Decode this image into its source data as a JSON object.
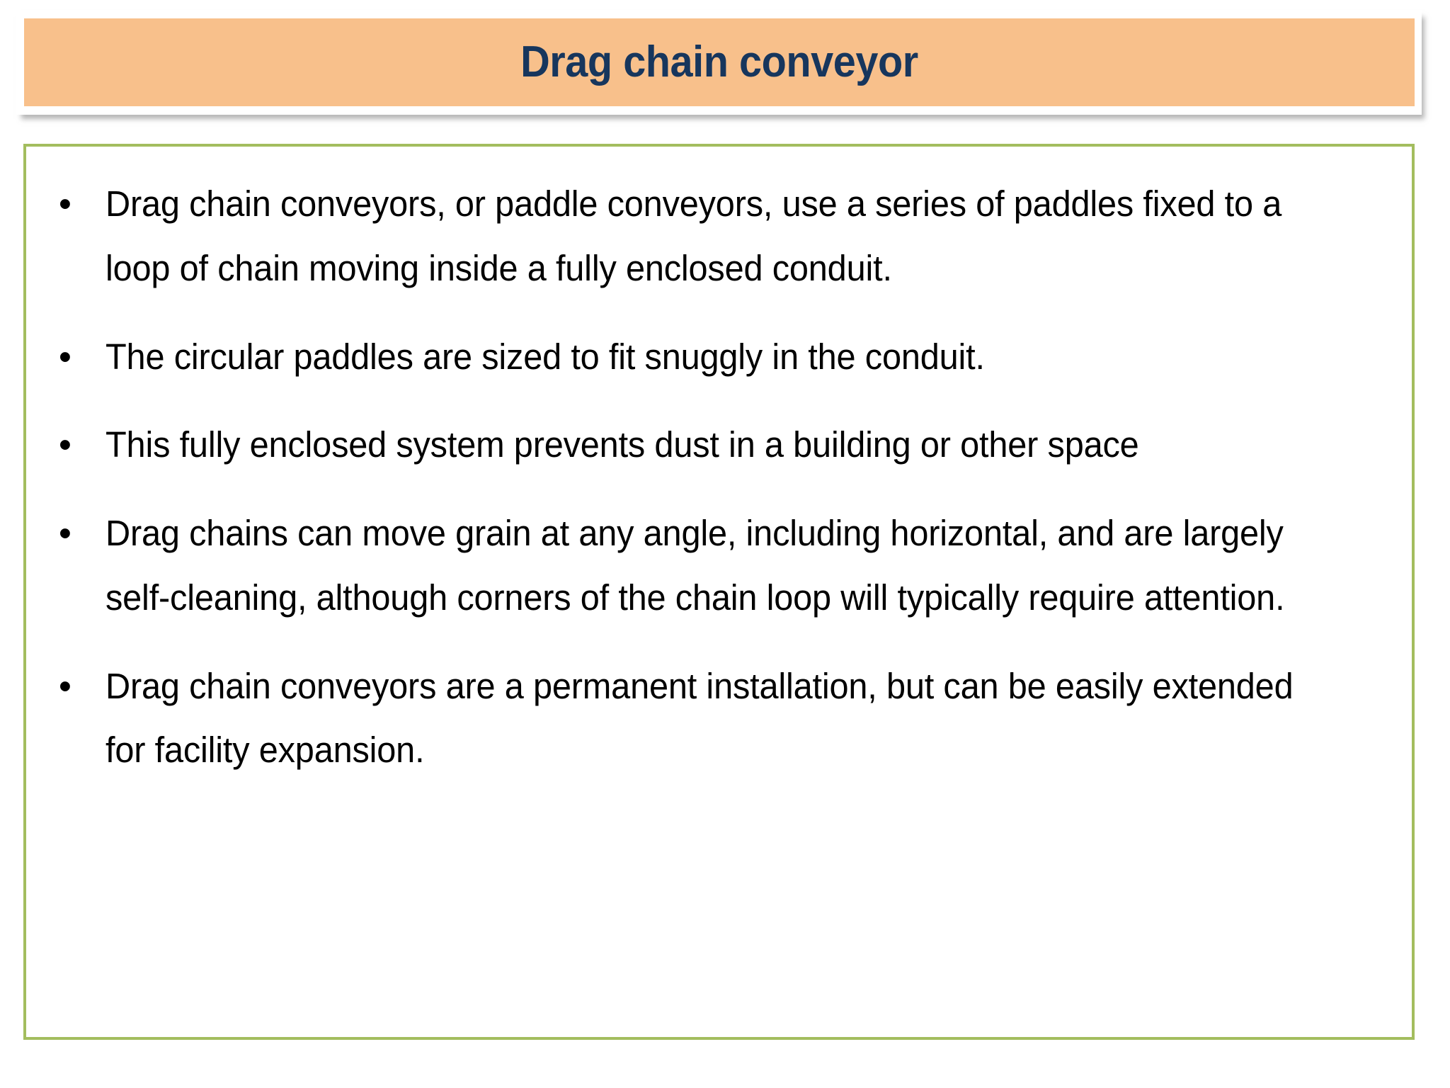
{
  "slide": {
    "title": "Drag chain conveyor",
    "bullet_marker": "•",
    "bullets": [
      {
        "text": "Drag chain conveyors, or paddle conveyors, use a series of paddles fixed to a\nloop of chain moving inside a fully enclosed conduit."
      },
      {
        "text": "The circular paddles are sized to fit snuggly in the conduit."
      },
      {
        "text": "This fully enclosed system prevents dust in a building or other space"
      },
      {
        "text": "Drag chains can move grain at any angle, including horizontal, and are largely\nself-cleaning, although corners of the chain loop will typically require attention."
      },
      {
        "text": "Drag chain conveyors are a permanent installation, but can be easily extended\nfor facility expansion."
      }
    ],
    "colors": {
      "title_band_background": "#F8C08B",
      "title_text": "#17365D",
      "content_border": "#A3BD5E",
      "body_text": "#000000",
      "slide_background": "#FFFFFF"
    }
  }
}
